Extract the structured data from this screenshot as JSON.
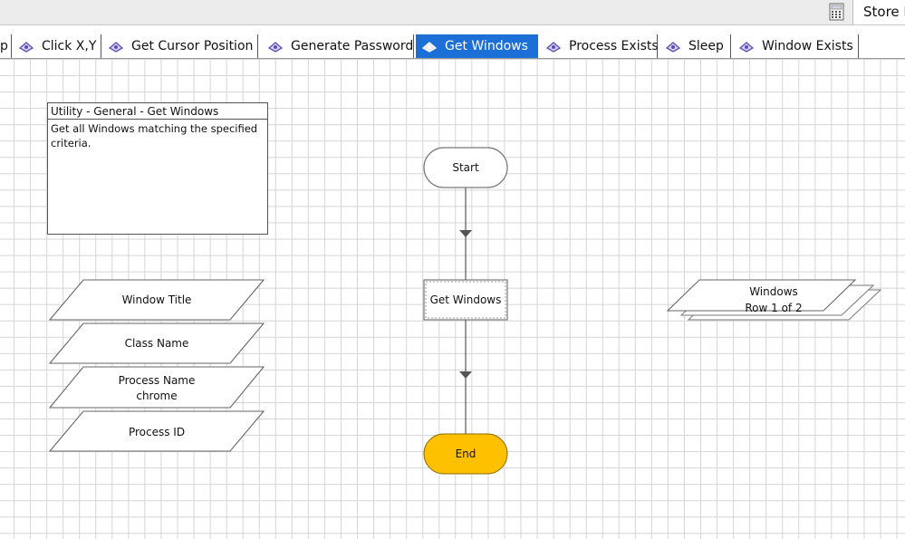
{
  "topbar": {
    "store_label": "Store In"
  },
  "tabs": [
    {
      "label": "p",
      "active": false
    },
    {
      "label": "Click X,Y",
      "active": false
    },
    {
      "label": "Get Cursor Position",
      "active": false
    },
    {
      "label": "Generate Password",
      "active": false
    },
    {
      "label": "Get Windows",
      "active": true
    },
    {
      "label": "Process Exists",
      "active": false
    },
    {
      "label": "Sleep",
      "active": false
    },
    {
      "label": "Window Exists",
      "active": false
    }
  ],
  "note": {
    "title": "Utility - General - Get Windows",
    "body": "Get all Windows matching the specified criteria."
  },
  "inputs": {
    "window_title": "Window Title",
    "class_name": "Class Name",
    "process_name": "Process Name",
    "process_name_value": "chrome",
    "process_id": "Process ID"
  },
  "flow": {
    "start": "Start",
    "action": "Get Windows",
    "end": "End"
  },
  "collection": {
    "name": "Windows",
    "rows": "Row 1 of 2"
  },
  "colors": {
    "accent": "#1c6fd6",
    "end_fill": "#ffc000",
    "grid": "#d4d4d4"
  }
}
